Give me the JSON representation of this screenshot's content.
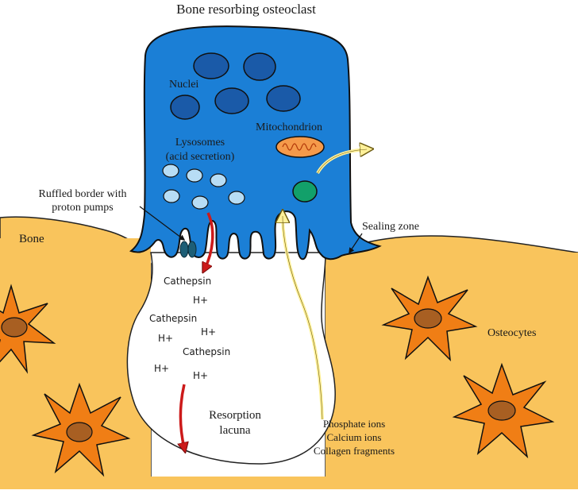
{
  "title": "Bone resorbing osteoclast",
  "labels": {
    "nuclei": "Nuclei",
    "mitochondrion": "Mitochondrion",
    "lysosomes_line1": "Lysosomes",
    "lysosomes_line2": "(acid secretion)",
    "ruffled_line1": "Ruffled border with",
    "ruffled_line2": "proton pumps",
    "sealing_zone": "Sealing zone",
    "bone": "Bone",
    "osteocytes": "Osteocytes",
    "resorption_line1": "Resorption",
    "resorption_line2": "lacuna",
    "products": [
      "Phosphate ions",
      "Calcium ions",
      "Collagen fragments"
    ]
  },
  "lacuna_contents": [
    "Cathepsin",
    "H+",
    "Cathepsin",
    "H+",
    "H+",
    "Cathepsin",
    "H+",
    "H+"
  ],
  "colors": {
    "cell": "#1b7fd6",
    "nucleus": "#1a5aa8",
    "lysosome": "#b7ddf5",
    "mitochondrion": "#f59a4a",
    "green_vesicle": "#12a06a",
    "bone": "#f9c45c",
    "osteocyte": "#f07e15",
    "osteocyte_nucleus": "#a85f22",
    "proton_pump": "#1d5e76",
    "red_arrow": "#cc1a1a",
    "yellow_arrow": "#fff19a"
  }
}
